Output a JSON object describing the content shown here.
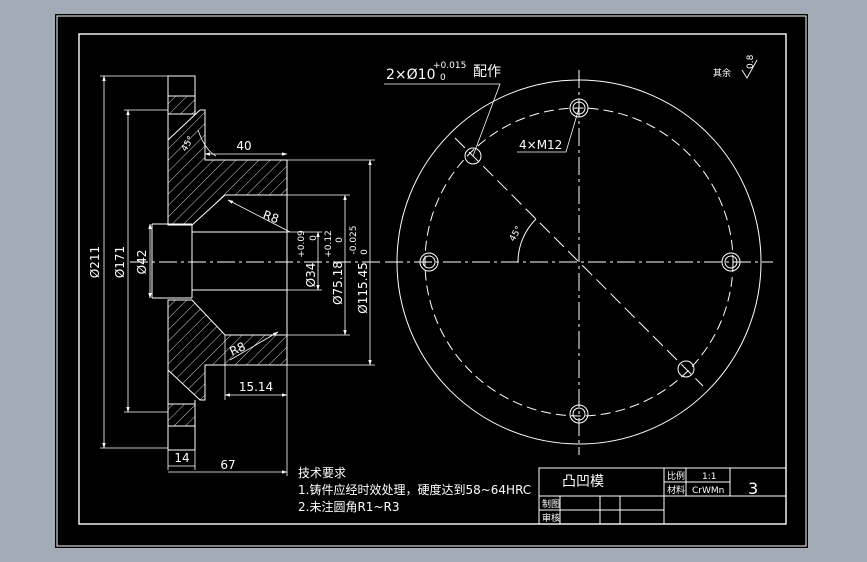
{
  "colors": {
    "bg": "#a3abb6",
    "paper": "#000000",
    "line": "#ffffff"
  },
  "dims": {
    "d211": "Ø211",
    "d171": "Ø171",
    "d42": "Ø42",
    "len40": "40",
    "r8_top": "R8",
    "r8_bottom": "R8",
    "d34": "Ø34",
    "d34_tol": "+0.09",
    "d34_tol_low": "0",
    "d75": "Ø75.18",
    "d75_tol": "+0.12",
    "d75_tol_low": "0",
    "d115": "Ø115.45",
    "d115_tol": "-0.025",
    "d115_tol_low": "0",
    "len1514": "15.14",
    "len14": "14",
    "len67": "67",
    "hole_callout": "2×Ø10",
    "hole_tol_up": "+0.015",
    "hole_tol_low": "0",
    "hole_fit": "配作",
    "thread_callout": "4×M12",
    "angle_45": "45°",
    "rough_small": "0.8",
    "rough_rest": "其余"
  },
  "notes": {
    "title": "技术要求",
    "line1": "1.铸件应经时效处理，硬度达到58~64HRC",
    "line2": "2.未注圆角R1~R3"
  },
  "title_block": {
    "part_name": "凸凹模",
    "scale_label": "比例",
    "scale_value": "1:1",
    "material_label": "材料",
    "material_value": "CrWMn",
    "sheet_no": "3",
    "drawn_label": "制图",
    "check_label": "审核"
  }
}
